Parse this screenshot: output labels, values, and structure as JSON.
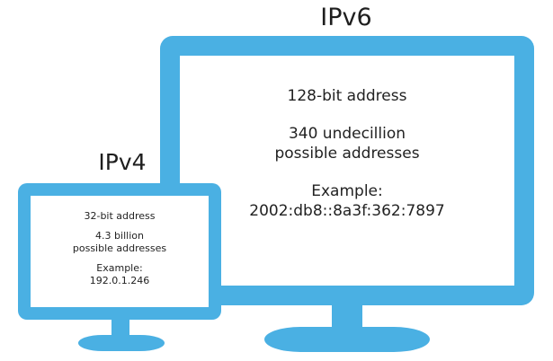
{
  "ipv6": {
    "title": "IPv6",
    "address_size": "128-bit address",
    "count_line1": "340 undecillion",
    "count_line2": "possible addresses",
    "example_label": "Example:",
    "example_value": "2002:db8::8a3f:362:7897"
  },
  "ipv4": {
    "title": "IPv4",
    "address_size": "32-bit address",
    "count_line1": "4.3 billion",
    "count_line2": "possible addresses",
    "example_label": "Example:",
    "example_value": "192.0.1.246"
  },
  "colors": {
    "monitor_blue": "#4ab0e3",
    "text": "#222222"
  }
}
